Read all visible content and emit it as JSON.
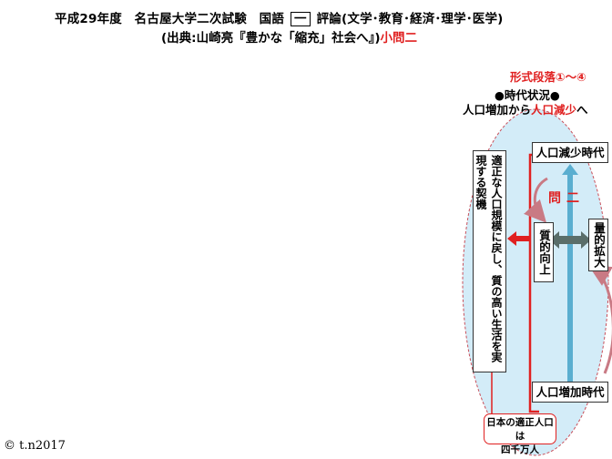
{
  "header": {
    "title_part1": "平成29年度　名古屋大学二次試験　国語",
    "title_boxed": "一",
    "title_part2": "評論(文学･教育･経済･理学･医学)",
    "source": "(出典:山崎亮『豊かな「縮充」社会へ』)",
    "question_ref": "小問二"
  },
  "diagram": {
    "paragraph_range": "形式段落①～④",
    "era_label": "●時代状況●",
    "trend_prefix": "人口増加から",
    "trend_highlight": "人口減少",
    "trend_suffix": "へ",
    "box_decline_era": "人口減少時代",
    "box_growth_era": "人口増加時代",
    "box_quality_up": "質的向上",
    "box_quantity_expand": "量的拡大",
    "question_label": "問二",
    "box_conclusion": "適正な人口規模に戻し、質の高い生活を実現する契機",
    "callout": [
      "日本の適正人口は",
      "四千万人"
    ]
  },
  "colors": {
    "accent_red": "#e02020",
    "ellipse_fill": "#d3ecf8",
    "arrow_blue": "#5aaed0",
    "arrow_gray": "#5a6e6a",
    "arrow_pink": "#c97a84"
  },
  "footer": {
    "copyright": "© t.n2017"
  }
}
